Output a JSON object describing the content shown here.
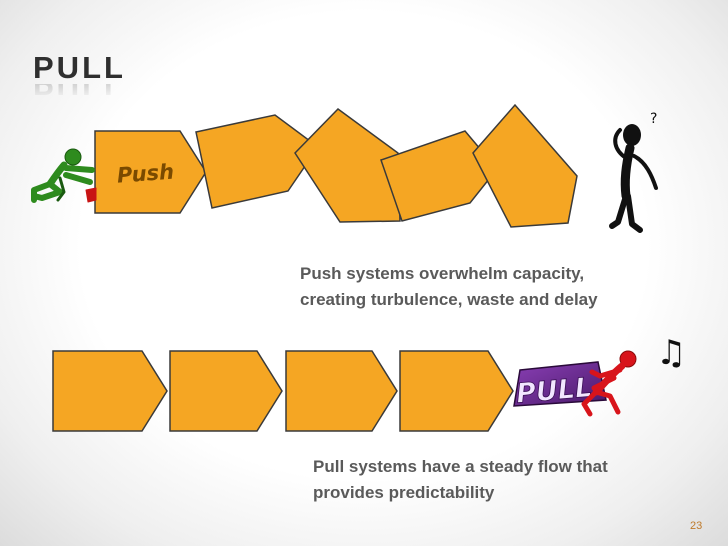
{
  "slide": {
    "title": "PULL",
    "push_label": "Push",
    "pull_label": "PULL",
    "caption_push": "Push systems overwhelm capacity,\ncreating turbulence, waste and delay",
    "caption_pull": "Pull systems have a steady flow that\nprovides predictability",
    "page_number": "23",
    "question_mark": "?",
    "music_note": "♫"
  },
  "colors": {
    "block_fill": "#f5a623",
    "block_stroke": "#3a3a3a",
    "title_text": "#2f2f2f",
    "caption_text": "#5a5a5a",
    "pull_box": "#6b2c91",
    "pusher_figure": "#2e8b1e",
    "puller_figure": "#d8141b",
    "page_number": "#bf7a2a"
  },
  "icons": [
    "pushing-stick-figure-icon",
    "confused-stick-figure-icon",
    "pulling-stick-figure-icon",
    "music-note-icon"
  ]
}
